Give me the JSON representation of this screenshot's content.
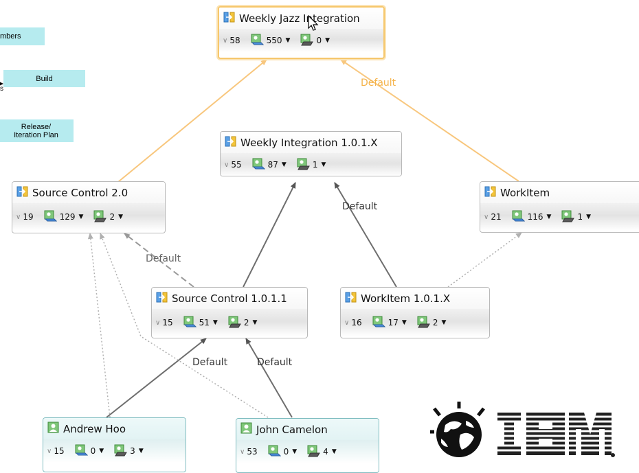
{
  "legend": {
    "members": "mbers",
    "build": "Build",
    "release": "Release/\nIteration Plan",
    "fragment": "s"
  },
  "nodes": {
    "weekly_jazz": {
      "title": "Weekly Jazz Integration",
      "count": "58",
      "incoming": "550",
      "outgoing": "0"
    },
    "weekly_integration": {
      "title": "Weekly Integration 1.0.1.X",
      "count": "55",
      "incoming": "87",
      "outgoing": "1"
    },
    "source_control_20": {
      "title": "Source Control 2.0",
      "count": "19",
      "incoming": "129",
      "outgoing": "2"
    },
    "workitem": {
      "title": "WorkItem",
      "count": "21",
      "incoming": "116",
      "outgoing": "1"
    },
    "source_control_1011": {
      "title": "Source Control 1.0.1.1",
      "count": "15",
      "incoming": "51",
      "outgoing": "2"
    },
    "workitem_101x": {
      "title": "WorkItem 1.0.1.X",
      "count": "16",
      "incoming": "17",
      "outgoing": "2"
    },
    "andrew_hoo": {
      "title": "Andrew Hoo",
      "count": "15",
      "incoming": "0",
      "outgoing": "3"
    },
    "john_camelon": {
      "title": "John Camelon",
      "count": "53",
      "incoming": "0",
      "outgoing": "4"
    }
  },
  "edge_labels": {
    "workitem_to_jazz": "Default",
    "workitem101x_to_weekly": "Default",
    "sc1011_to_sc20": "Default",
    "andrew_to_sc1011": "Default",
    "john_to_sc1011": "Default"
  },
  "colors": {
    "orange_edge": "#f8c77e",
    "orange_label": "#f5b34a",
    "dark_edge": "#6e6e6e",
    "dashed_edge": "#999999",
    "dotted_edge": "#b0b0b0",
    "legend_bg": "#b6ebef",
    "selected_border": "#f6c76c"
  },
  "icons": {
    "stream": "stream-icon",
    "user": "user-icon",
    "incoming": "incoming-changes-icon",
    "outgoing": "outgoing-changes-icon",
    "collapse": "chevron-collapse-icon",
    "dropdown": "dropdown-arrow-icon",
    "cursor": "mouse-pointer-icon",
    "logo": "ibm-logo"
  }
}
